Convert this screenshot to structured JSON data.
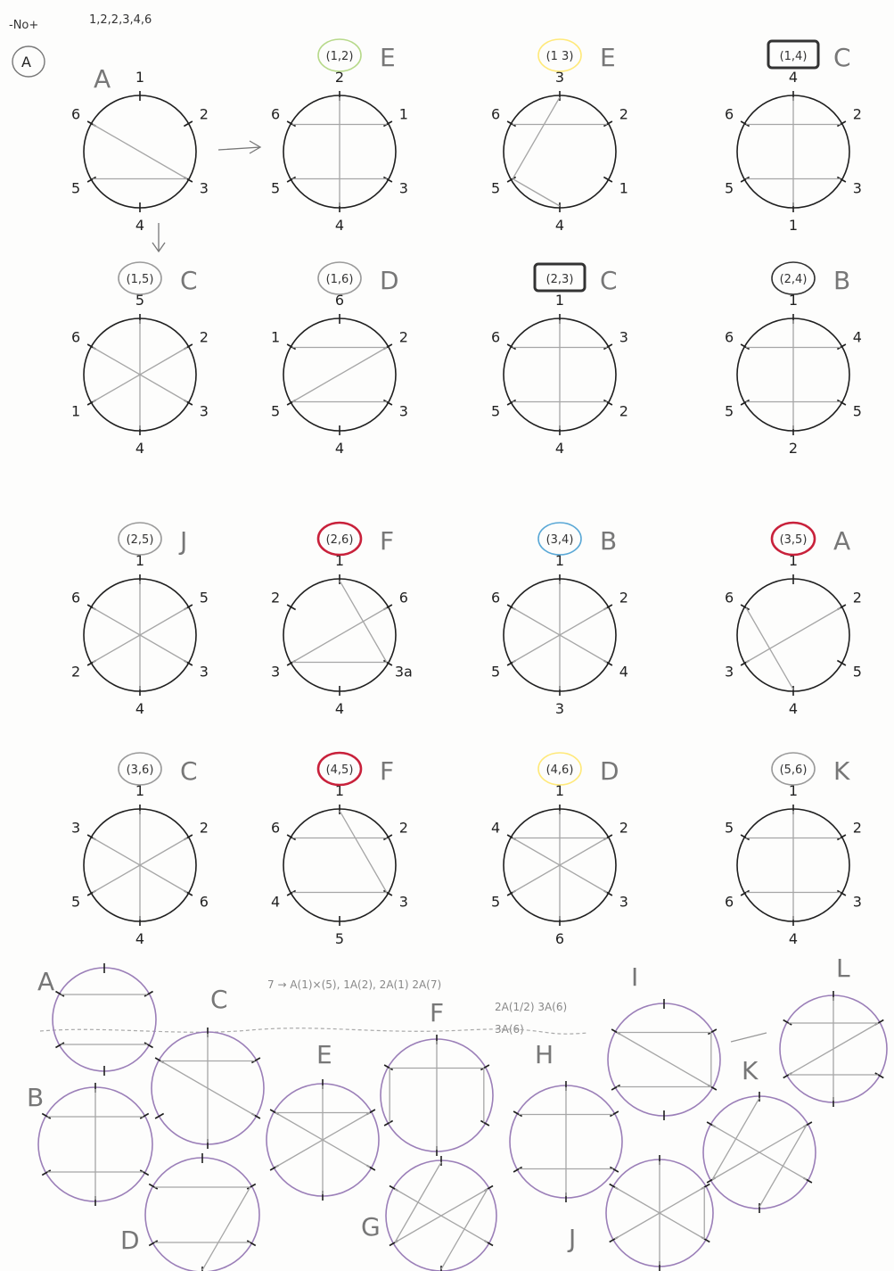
{
  "header": {
    "corner_note": "-No+",
    "corner_label": "A",
    "number_list": "1,2,2,3,4,6"
  },
  "colors": {
    "ink": "#1f1f1f",
    "chord": "#a6a6a6",
    "purple": "#9b7fb8",
    "green": "#b7d98a",
    "yellow": "#ffe97a",
    "red": "#c8213b",
    "blue": "#5aa8d6",
    "gray": "#9a9a9a",
    "dark": "#333333"
  },
  "diagrams": [
    {
      "id": "A0",
      "letter": "A",
      "pair": "",
      "labels": [
        "1",
        "2",
        "3",
        "4",
        "5",
        "6"
      ],
      "highlight": "none",
      "chords": [
        [
          6,
          3
        ],
        [
          5,
          3
        ]
      ]
    },
    {
      "id": "e1",
      "letter": "E",
      "pair": "(1,2)",
      "labels": [
        "2",
        "1",
        "3",
        "4",
        "5",
        "6"
      ],
      "highlight": "green",
      "chords": [
        [
          1,
          4
        ],
        [
          6,
          2
        ],
        [
          5,
          3
        ]
      ]
    },
    {
      "id": "e2",
      "letter": "E",
      "pair": "(1 3)",
      "labels": [
        "3",
        "2",
        "1",
        "4",
        "5",
        "6"
      ],
      "highlight": "yellow",
      "chords": [
        [
          1,
          5
        ],
        [
          6,
          2
        ],
        [
          5,
          4
        ]
      ]
    },
    {
      "id": "c1",
      "letter": "C",
      "pair": "(1,4)",
      "labels": [
        "4",
        "2",
        "3",
        "1",
        "5",
        "6"
      ],
      "highlight": "box",
      "chords": [
        [
          1,
          4
        ],
        [
          6,
          2
        ],
        [
          5,
          3
        ]
      ]
    },
    {
      "id": "c2",
      "letter": "C",
      "pair": "(1,5)",
      "labels": [
        "5",
        "2",
        "3",
        "4",
        "1",
        "6"
      ],
      "highlight": "gray",
      "chords": [
        [
          6,
          3
        ],
        [
          1,
          4
        ],
        [
          2,
          5
        ]
      ]
    },
    {
      "id": "d1",
      "letter": "D",
      "pair": "(1,6)",
      "labels": [
        "6",
        "2",
        "3",
        "4",
        "5",
        "1"
      ],
      "highlight": "gray",
      "chords": [
        [
          6,
          2
        ],
        [
          5,
          2
        ],
        [
          5,
          3
        ]
      ]
    },
    {
      "id": "c3",
      "letter": "C",
      "pair": "(2,3)",
      "labels": [
        "1",
        "3",
        "2",
        "4",
        "5",
        "6"
      ],
      "highlight": "box",
      "chords": [
        [
          1,
          4
        ],
        [
          6,
          2
        ],
        [
          5,
          3
        ]
      ]
    },
    {
      "id": "b1",
      "letter": "B",
      "pair": "(2,4)",
      "labels": [
        "1",
        "4",
        "5",
        "2",
        "5",
        "6"
      ],
      "highlight": "dark",
      "chords": [
        [
          1,
          4
        ],
        [
          6,
          2
        ],
        [
          5,
          3
        ]
      ]
    },
    {
      "id": "j1",
      "letter": "J",
      "pair": "(2,5)",
      "labels": [
        "1",
        "5",
        "3",
        "4",
        "2",
        "6"
      ],
      "highlight": "gray",
      "chords": [
        [
          1,
          4
        ],
        [
          6,
          3
        ],
        [
          5,
          2
        ]
      ]
    },
    {
      "id": "f1",
      "letter": "F",
      "pair": "(2,6)",
      "labels": [
        "1",
        "6",
        "3a",
        "4",
        "3",
        "2"
      ],
      "highlight": "red",
      "chords": [
        [
          1,
          3
        ],
        [
          2,
          5
        ],
        [
          5,
          3
        ]
      ]
    },
    {
      "id": "b2",
      "letter": "B",
      "pair": "(3,4)",
      "labels": [
        "1",
        "2",
        "4",
        "3",
        "5",
        "6"
      ],
      "highlight": "blue",
      "chords": [
        [
          6,
          3
        ],
        [
          5,
          2
        ],
        [
          1,
          4
        ]
      ]
    },
    {
      "id": "a1",
      "letter": "A",
      "pair": "(3,5)",
      "labels": [
        "1",
        "2",
        "5",
        "4",
        "3",
        "6"
      ],
      "highlight": "red",
      "chords": [
        [
          6,
          4
        ],
        [
          5,
          2
        ]
      ]
    },
    {
      "id": "c4",
      "letter": "C",
      "pair": "(3,6)",
      "labels": [
        "1",
        "2",
        "6",
        "4",
        "5",
        "3"
      ],
      "highlight": "gray",
      "chords": [
        [
          1,
          4
        ],
        [
          6,
          3
        ],
        [
          5,
          2
        ]
      ]
    },
    {
      "id": "f2",
      "letter": "F",
      "pair": "(4,5)",
      "labels": [
        "1",
        "2",
        "3",
        "5",
        "4",
        "6"
      ],
      "highlight": "red",
      "chords": [
        [
          1,
          3
        ],
        [
          6,
          2
        ],
        [
          5,
          3
        ]
      ]
    },
    {
      "id": "d2",
      "letter": "D",
      "pair": "(4,6)",
      "labels": [
        "1",
        "2",
        "3",
        "6",
        "5",
        "4"
      ],
      "highlight": "yellow",
      "chords": [
        [
          1,
          4
        ],
        [
          6,
          2
        ],
        [
          6,
          3
        ],
        [
          5,
          2
        ]
      ]
    },
    {
      "id": "k1",
      "letter": "K",
      "pair": "(5,6)",
      "labels": [
        "1",
        "2",
        "3",
        "4",
        "6",
        "5"
      ],
      "highlight": "gray",
      "chords": [
        [
          1,
          4
        ],
        [
          6,
          2
        ],
        [
          5,
          3
        ]
      ]
    }
  ],
  "note": {
    "line1": "7 → A(1)×(5), 1A(2), 2A(1) 2A(7)",
    "line2": "2A(1/2) 3A(6)",
    "line3": "3A(6)"
  },
  "catalog": [
    {
      "id": "A",
      "letter": "A",
      "chords": [
        [
          6,
          2
        ],
        [
          5,
          3
        ]
      ]
    },
    {
      "id": "B",
      "letter": "B",
      "chords": [
        [
          1,
          4
        ],
        [
          6,
          2
        ],
        [
          5,
          3
        ]
      ]
    },
    {
      "id": "C",
      "letter": "C",
      "chords": [
        [
          1,
          4
        ],
        [
          6,
          2
        ],
        [
          6,
          3
        ]
      ]
    },
    {
      "id": "D",
      "letter": "D",
      "chords": [
        [
          6,
          2
        ],
        [
          2,
          4
        ],
        [
          5,
          3
        ]
      ]
    },
    {
      "id": "E",
      "letter": "E",
      "chords": [
        [
          1,
          4
        ],
        [
          6,
          2
        ],
        [
          6,
          3
        ],
        [
          5,
          2
        ]
      ]
    },
    {
      "id": "F",
      "letter": "F",
      "chords": [
        [
          1,
          4
        ],
        [
          2,
          3
        ],
        [
          5,
          6
        ],
        [
          6,
          2
        ]
      ]
    },
    {
      "id": "G",
      "letter": "G",
      "chords": [
        [
          1,
          5
        ],
        [
          2,
          4
        ],
        [
          6,
          3
        ],
        [
          5,
          2
        ]
      ]
    },
    {
      "id": "H",
      "letter": "H",
      "chords": [
        [
          6,
          2
        ],
        [
          5,
          3
        ],
        [
          1,
          4
        ]
      ]
    },
    {
      "id": "I",
      "letter": "I",
      "chords": [
        [
          6,
          3
        ],
        [
          5,
          3
        ],
        [
          6,
          2
        ],
        [
          2,
          3
        ]
      ]
    },
    {
      "id": "J",
      "letter": "J",
      "chords": [
        [
          1,
          4
        ],
        [
          6,
          3
        ],
        [
          5,
          2
        ],
        [
          2,
          3
        ]
      ]
    },
    {
      "id": "K",
      "letter": "K",
      "chords": [
        [
          1,
          5
        ],
        [
          2,
          4
        ],
        [
          6,
          3
        ],
        [
          5,
          2
        ]
      ]
    },
    {
      "id": "L",
      "letter": "L",
      "chords": [
        [
          6,
          2
        ],
        [
          1,
          4
        ],
        [
          2,
          5
        ],
        [
          5,
          3
        ]
      ]
    }
  ]
}
